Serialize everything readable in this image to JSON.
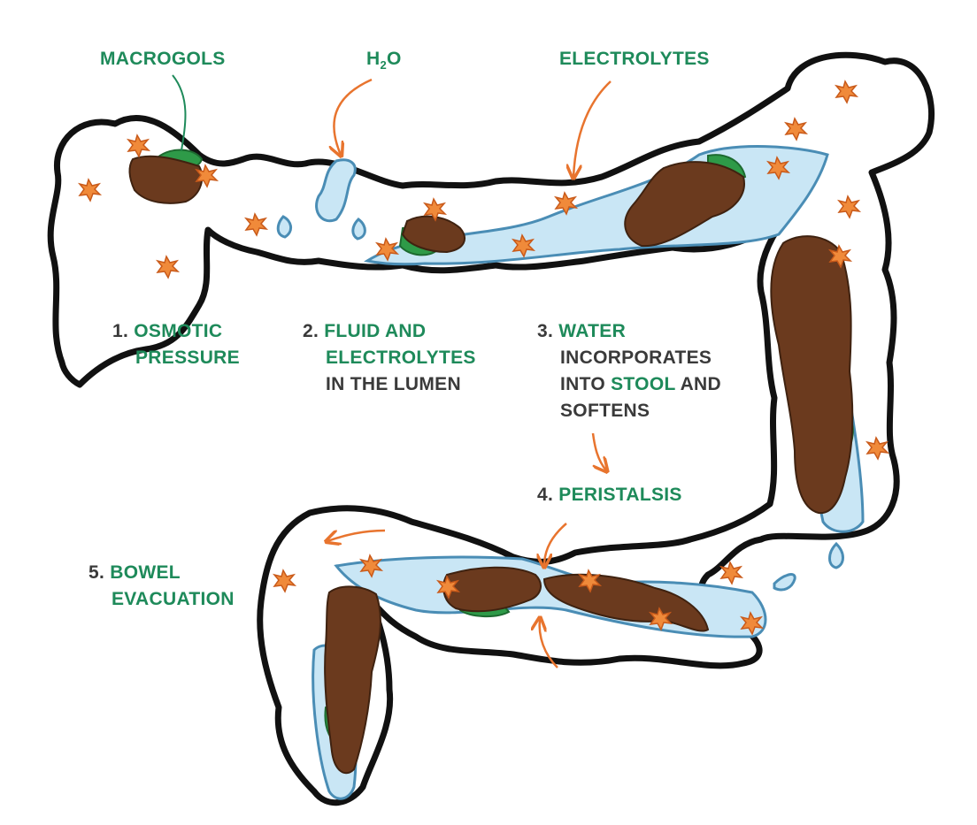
{
  "colors": {
    "outline": "#111111",
    "fluid": "#c9e6f5",
    "fluid_stroke": "#4a8db5",
    "stool": "#6b3a1e",
    "macrogol": "#2e9a48",
    "electrolyte": "#f08a3a",
    "arrow": "#e8742e",
    "label_green": "#1e8a5a",
    "label_dark": "#3a3a3a"
  },
  "callouts": {
    "macrogols": "MACROGOLS",
    "h2o_h": "H",
    "h2o_sub": "2",
    "h2o_o": "O",
    "electrolytes": "ELECTROLYTES"
  },
  "steps": {
    "s1": {
      "num": "1.",
      "line1": "OSMOTIC",
      "line2": "PRESSURE"
    },
    "s2": {
      "num": "2.",
      "line1": "FLUID AND",
      "line2": "ELECTROLYTES",
      "line3": "IN THE LUMEN"
    },
    "s3": {
      "num": "3.",
      "line1": "WATER",
      "line2": "INCORPORATES",
      "line3a": "INTO",
      "line3b": "STOOL",
      "line3c": "AND",
      "line4": "SOFTENS"
    },
    "s4": {
      "num": "4.",
      "line1": "PERISTALSIS"
    },
    "s5": {
      "num": "5.",
      "line1": "BOWEL",
      "line2": "EVACUATION"
    }
  }
}
